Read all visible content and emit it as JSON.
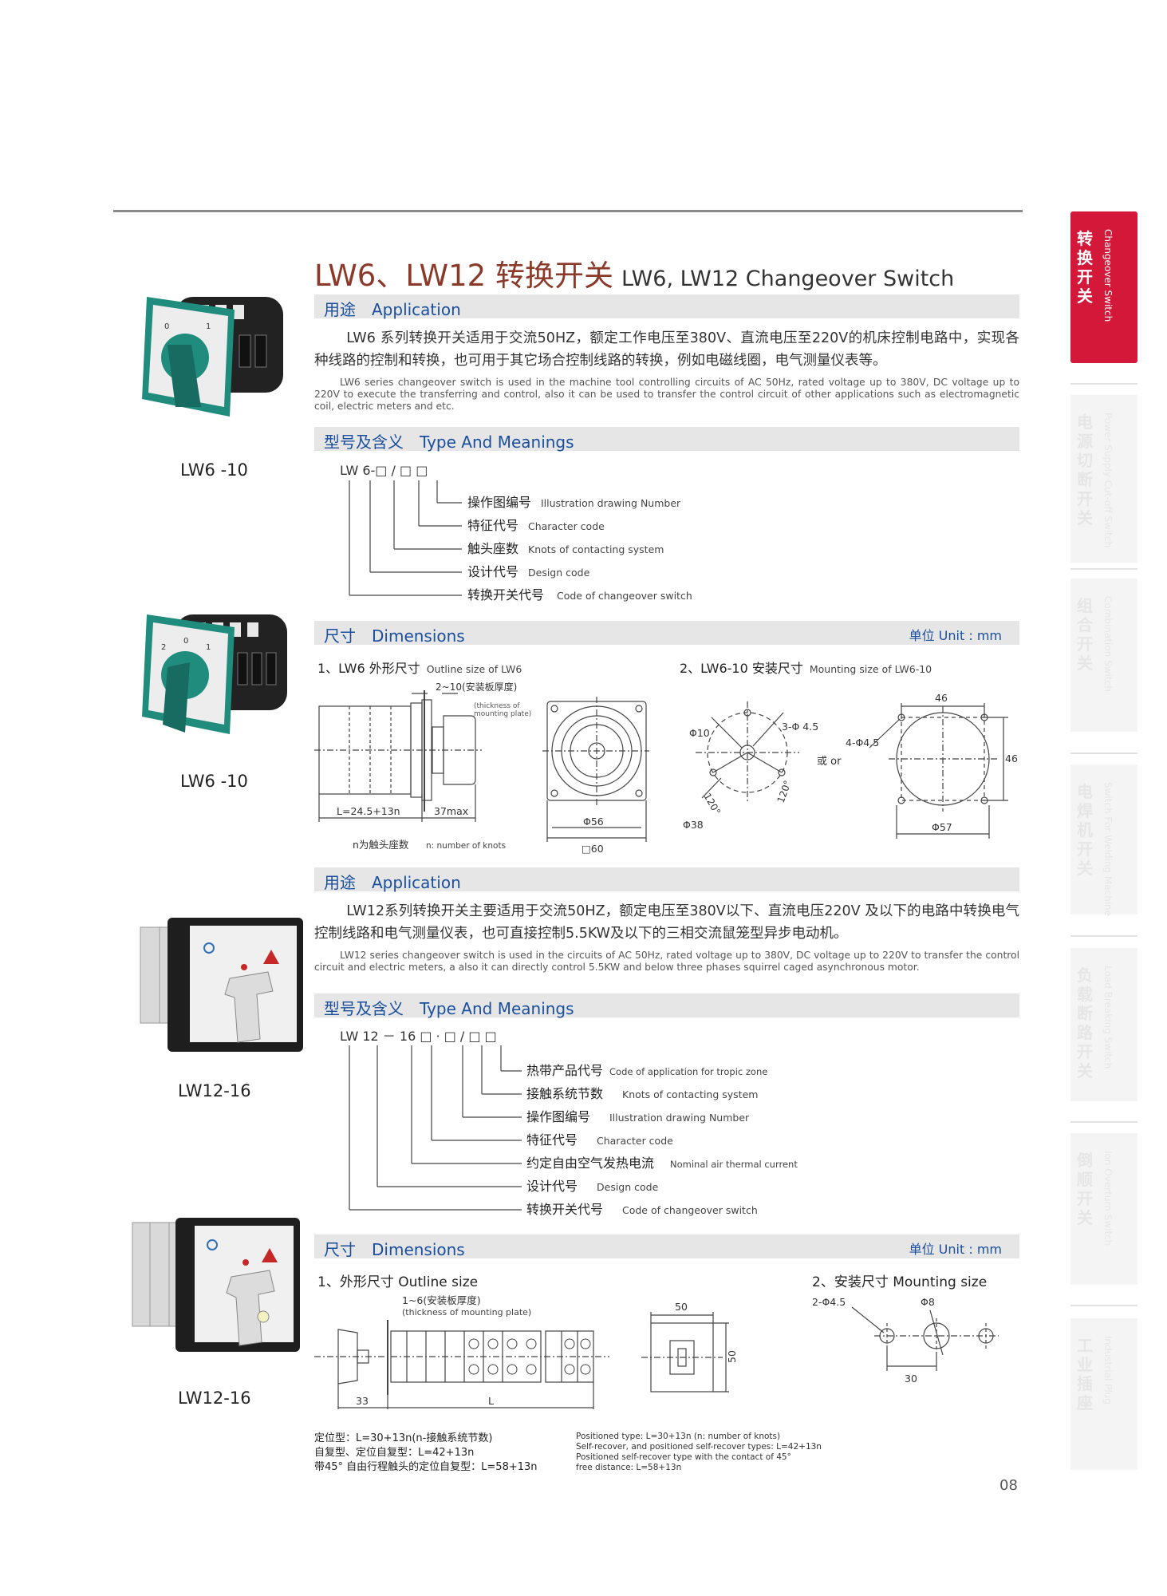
{
  "title": {
    "zh": "LW6、LW12 转换开关",
    "en": "LW6, LW12 Changeover Switch"
  },
  "section1": {
    "application": {
      "label": "用途　Application",
      "zh": "LW6 系列转换开关适用于交流50HZ，额定工作电压至380V、直流电压至220V的机床控制电路中，实现各种线路的控制和转换，也可用于其它场合控制线路的转换，例如电磁线圈，电气测量仪表等。",
      "en": "LW6 series changeover switch is used in the machine tool controlling circuits of AC 50Hz, rated voltage up to 380V, DC voltage up to 220V to execute the transferring and control, also it can be used to transfer the control circuit of other applications such as electromagnetic coil, electric meters and etc."
    },
    "type": {
      "label": "型号及含义　Type  And  Meanings",
      "code": "LW 6-□ / □ □",
      "items": [
        {
          "zh": "操作图编号",
          "en": "Illustration drawing Number"
        },
        {
          "zh": "特征代号",
          "en": "Character code"
        },
        {
          "zh": "触头座数",
          "en": "Knots of contacting system"
        },
        {
          "zh": "设计代号",
          "en": "Design code"
        },
        {
          "zh": "转换开关代号",
          "en": "Code of changeover switch"
        }
      ]
    },
    "dimensions": {
      "label": "尺寸　Dimensions",
      "unit": "单位 Unit : mm",
      "fig1": {
        "zh": "1、LW6 外形尺寸",
        "en": "Outline size of LW6"
      },
      "fig2": {
        "zh": "2、LW6-10 安装尺寸",
        "en": "Mounting size of LW6-10"
      },
      "plate": "2~10(安装板厚度)",
      "plate_en1": "(thickness of",
      "plate_en2": "mounting plate)",
      "len": "L=24.5+13n",
      "max": "37max",
      "d56": "Φ56",
      "sq60": "□60",
      "d10": "Φ10",
      "holes3": "3-Φ 4.5",
      "a120": "120°",
      "d38": "Φ38",
      "or": "或 or",
      "holes4": "4-Φ4.5",
      "w46": "46",
      "h46": "46",
      "d57": "Φ57",
      "knots": "n为触头座数",
      "knots_en": "n: number of knots"
    }
  },
  "section2": {
    "application": {
      "label": "用途　Application",
      "zh": "LW12系列转换开关主要适用于交流50HZ，额定电压至380V以下、直流电压220V 及以下的电路中转换电气控制线路和电气测量仪表，也可直接控制5.5KW及以下的三相交流鼠笼型异步电动机。",
      "en": "LW12 series changeover switch is used in the circuits of AC 50Hz, rated voltage up to 380V, DC voltage up to 220V to transfer the control circuit and electric meters, a also it can directly control 5.5KW and below three phases squirrel caged asynchronous motor."
    },
    "type": {
      "label": "型号及含义　Type  And  Meanings",
      "code": "LW  12 － 16 □ · □ / □ □",
      "items": [
        {
          "zh": "热带产品代号",
          "en": "Code of application for tropic zone"
        },
        {
          "zh": "接触系统节数",
          "en": "Knots of contacting system"
        },
        {
          "zh": "操作图编号",
          "en": "Illustration drawing Number"
        },
        {
          "zh": "特征代号",
          "en": "Character code"
        },
        {
          "zh": "约定自由空气发热电流",
          "en": "Nominal air thermal current"
        },
        {
          "zh": "设计代号",
          "en": "Design code"
        },
        {
          "zh": "转换开关代号",
          "en": "Code of changeover switch"
        }
      ]
    },
    "dimensions": {
      "label": "尺寸　Dimensions",
      "unit": "单位 Unit : mm",
      "fig1": "1、外形尺寸 Outline size",
      "fig2": "2、安装尺寸 Mounting size",
      "plate": "1~6(安装板厚度)",
      "plate_en": "(thickness of mounting plate)",
      "d33": "33",
      "L": "L",
      "w50": "50",
      "h50": "50",
      "holes2": "2-Φ4.5",
      "d8": "Φ8",
      "d30": "30",
      "notes_zh": [
        "定位型：L=30+13n(n-接触系统节数)",
        "自复型、定位自复型：L=42+13n",
        "带45° 自由行程触头的定位自复型：L=58+13n"
      ],
      "notes_en": [
        "Positioned type: L=30+13n (n: number of knots)",
        "Self-recover, and positioned self-recover types: L=42+13n",
        "Positioned self-recover type with the contact of 45°",
        "free distance: L=58+13n"
      ]
    }
  },
  "products": [
    "LW6 -10",
    "LW6 -10",
    "LW12-16",
    "LW12-16"
  ],
  "page_number": "08",
  "side_tabs": [
    {
      "zh": "转换开关",
      "en": "Changeover Switch",
      "active": true
    },
    {
      "zh": "电源切断开关",
      "en": "Power Supply Cut-off Switch",
      "active": false
    },
    {
      "zh": "组合开关",
      "en": "Combination Switch",
      "active": false
    },
    {
      "zh": "电焊机开关",
      "en": "Switch For Welding Machine",
      "active": false
    },
    {
      "zh": "负载断路开关",
      "en": "Load Breaking Switch",
      "active": false
    },
    {
      "zh": "倒顺开关",
      "en": "Ion Overturn Switch",
      "active": false
    },
    {
      "zh": "工业插座",
      "en": "Industrial Plug",
      "active": false
    }
  ],
  "colors": {
    "title": "#8b3a2a",
    "heading": "#1a4f9e",
    "bar": "#e6e6e6",
    "tab_active": "#d3183a",
    "switch_green": "#1f8c7d"
  }
}
